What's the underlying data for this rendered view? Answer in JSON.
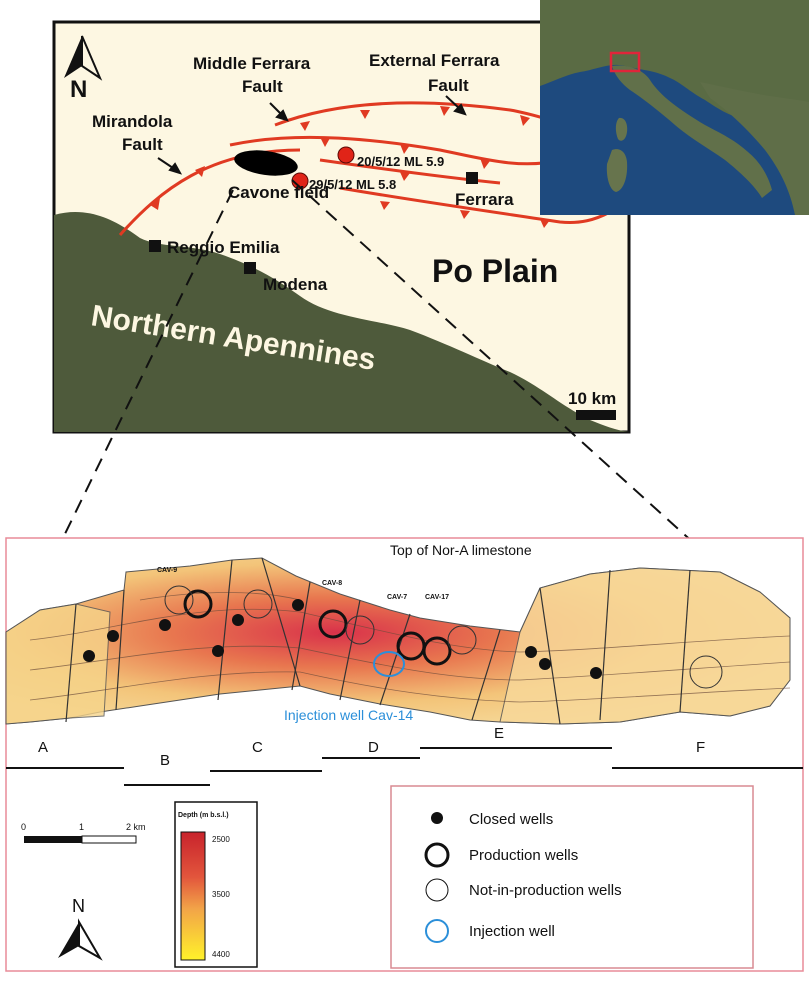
{
  "top_map": {
    "north_label": "N",
    "faults": {
      "mirandola": [
        "Mirandola",
        "Fault"
      ],
      "middle": [
        "Middle Ferrara",
        "Fault"
      ],
      "external": [
        "External Ferrara",
        "Fault"
      ]
    },
    "field_label": "Cavone field",
    "earthquakes": [
      {
        "label": "20/5/12 ML 5.9"
      },
      {
        "label": "29/5/12 ML 5.8"
      }
    ],
    "cities": [
      "Reggio Emilia",
      "Modena",
      "Ferrara"
    ],
    "regions": {
      "plain": "Po Plain",
      "mountains": "Northern Apennines"
    },
    "scale_label": "10 km",
    "colors": {
      "plain": "#fdf7e2",
      "mountains": "#4e5a3b",
      "fault": "#e03a22",
      "quake": "#e02418"
    }
  },
  "bottom_map": {
    "title": "Top of Nor-A limestone",
    "well_labels": [
      "CAV-9",
      "CAV-8",
      "CAV-7",
      "CAV-17"
    ],
    "injection_label": "Injection well Cav-14",
    "sections": [
      "A",
      "B",
      "C",
      "D",
      "E",
      "F"
    ],
    "scale": {
      "ticks": [
        "0",
        "1",
        "2 km"
      ]
    },
    "north_label": "N",
    "depth_legend": {
      "title": "Depth (m  b.s.l.)",
      "ticks": [
        "2500",
        "3500",
        "4400"
      ]
    },
    "legend": [
      {
        "label": "Closed wells",
        "icon": "filled-dot-icon"
      },
      {
        "label": "Production wells",
        "icon": "thick-circle-icon"
      },
      {
        "label": "Not-in-production wells",
        "icon": "thin-circle-icon"
      },
      {
        "label": "Injection well",
        "icon": "blue-circle-icon"
      }
    ]
  }
}
